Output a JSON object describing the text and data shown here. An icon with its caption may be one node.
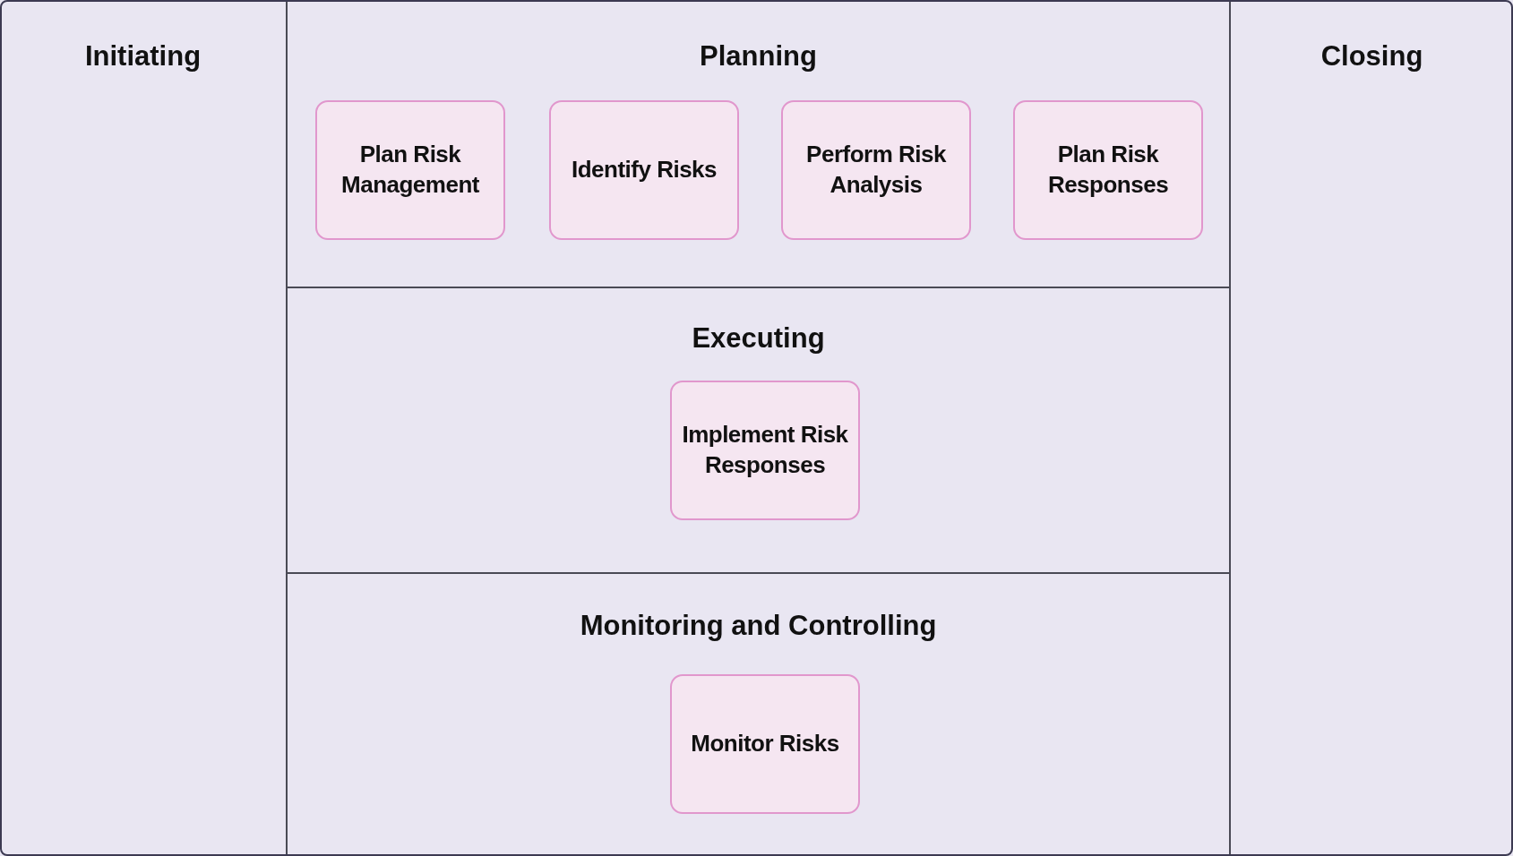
{
  "diagram": {
    "nodes": [
      {
        "text": [
          "Initiating"
        ]
      },
      {
        "text": [
          "Planning"
        ]
      },
      {
        "text": [
          "Plan Risk Management"
        ],
        "in": 1
      },
      {
        "text": [
          "Identify Risks"
        ],
        "in": 1
      },
      {
        "text": [
          "Perform Risk Analysis"
        ],
        "in": 1
      },
      {
        "text": [
          "Plan Risk Responses"
        ],
        "in": 1
      },
      {
        "text": [
          "Executing"
        ]
      },
      {
        "text": [
          "Implement Risk Responses"
        ],
        "in": 6
      },
      {
        "text": [
          "Monitoring and Controlling"
        ]
      },
      {
        "text": [
          "Monitor Risks"
        ],
        "in": 8
      },
      {
        "text": [
          "Closing"
        ]
      }
    ]
  }
}
